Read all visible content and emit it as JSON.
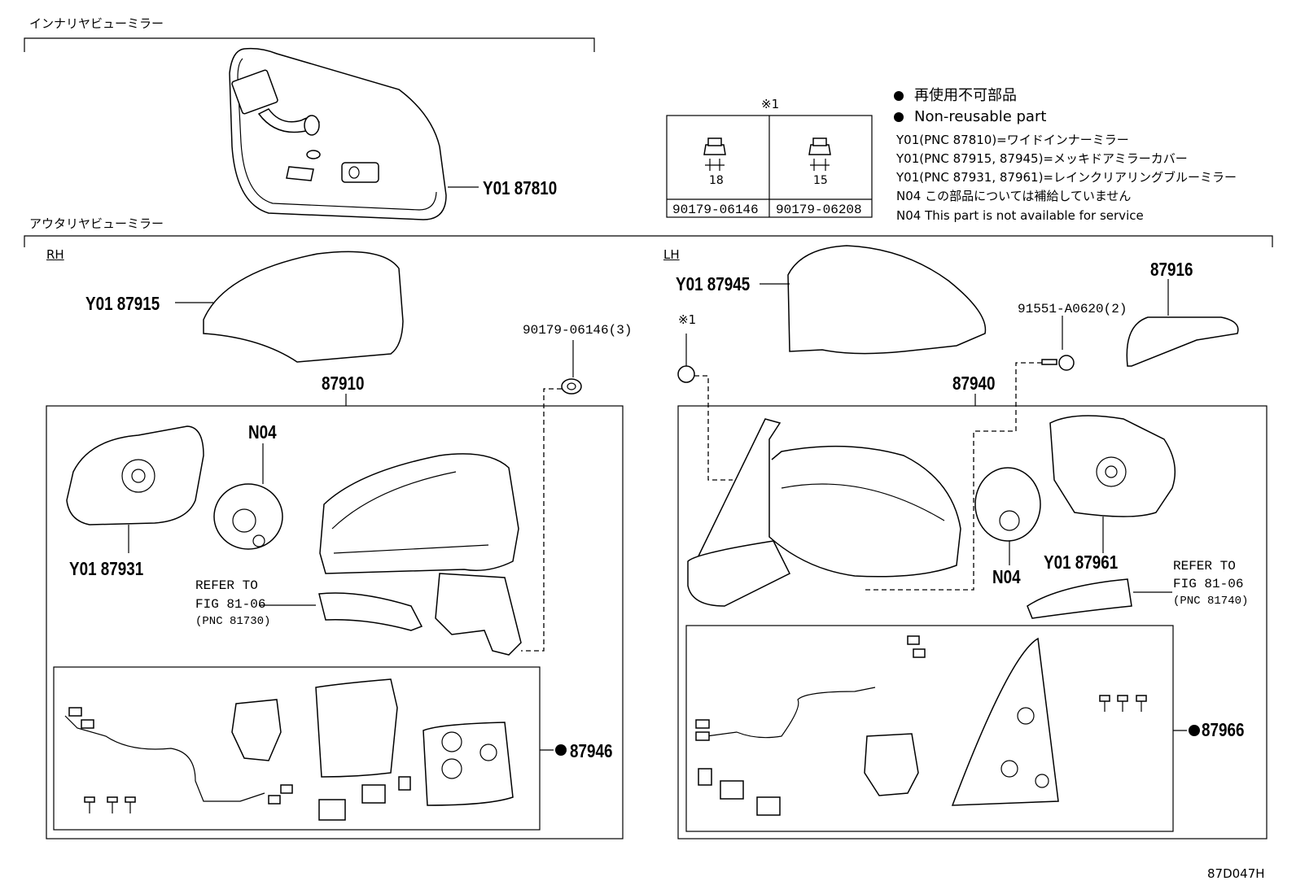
{
  "sections": {
    "inner": "インナリヤビューミラー",
    "outer": "アウタリヤビューミラー",
    "rh": "RH",
    "lh": "LH"
  },
  "legend": {
    "nonreuse_jp": "再使用不可部品",
    "nonreuse_en": "Non-reusable part",
    "lines": [
      "Y01(PNC 87810)=ワイドインナーミラー",
      "Y01(PNC 87915, 87945)=メッキドアミラーカバー",
      "Y01(PNC 87931, 87961)=レインクリアリングブルーミラー",
      "N04 この部品については補給していません",
      "N04 This part is not available for service"
    ]
  },
  "nut_table": {
    "note": "※1",
    "sizes": [
      "18",
      "15"
    ],
    "parts": [
      "90179-06146",
      "90179-06208"
    ]
  },
  "labels": {
    "inner_mirror": "Y01 87810",
    "rh_cover": "Y01 87915",
    "rh_nut": "90179-06146(3)",
    "rh_assy": "87910",
    "rh_n04": "N04",
    "rh_glass": "Y01 87931",
    "rh_refer_1": "REFER TO",
    "rh_refer_2": "FIG 81-06",
    "rh_refer_3": "(PNC 81730)",
    "rh_kit": "87946",
    "lh_cover": "Y01 87945",
    "lh_note": "※1",
    "lh_bolt": "91551-A0620(2)",
    "lh_part": "87916",
    "lh_assy": "87940",
    "lh_n04": "N04",
    "lh_glass": "Y01 87961",
    "lh_refer_1": "REFER TO",
    "lh_refer_2": "FIG 81-06",
    "lh_refer_3": "(PNC 81740)",
    "lh_kit": "87966",
    "figure_id": "87D047H"
  }
}
